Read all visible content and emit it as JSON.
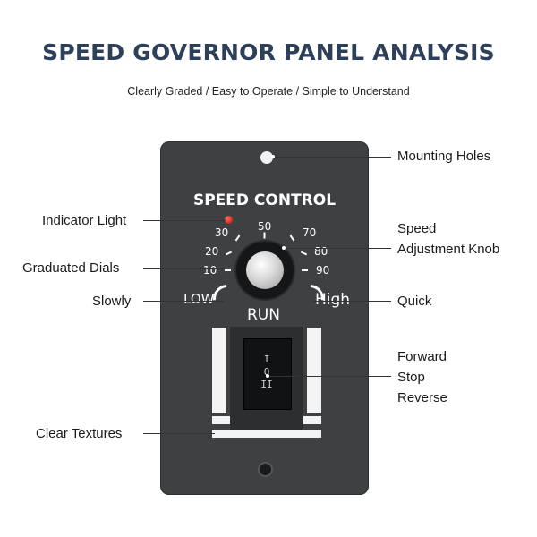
{
  "header": {
    "title": "SPEED GOVERNOR  PANEL ANALYSIS",
    "subtitle": "Clearly Graded / Easy to Operate / Simple to Understand"
  },
  "panel": {
    "title": "SPEED CONTROL",
    "dial_numbers": [
      "10",
      "20",
      "30",
      "50",
      "70",
      "80",
      "90"
    ],
    "low_label": "LOW",
    "high_label": "High",
    "run_label": "RUN",
    "switch_symbols": [
      "I",
      "O",
      "II"
    ]
  },
  "callouts": {
    "mounting_holes": "Mounting Holes",
    "indicator_light": "Indicator Light",
    "speed": "Speed",
    "adjustment_knob": "Adjustment Knob",
    "graduated_dials": "Graduated Dials",
    "slowly": "Slowly",
    "quick": "Quick",
    "forward": "Forward",
    "stop": "Stop",
    "reverse": "Reverse",
    "clear_textures": "Clear Textures"
  },
  "colors": {
    "title": "#2e3f5a",
    "panel": "#3e4042",
    "led": "#d41b10"
  }
}
